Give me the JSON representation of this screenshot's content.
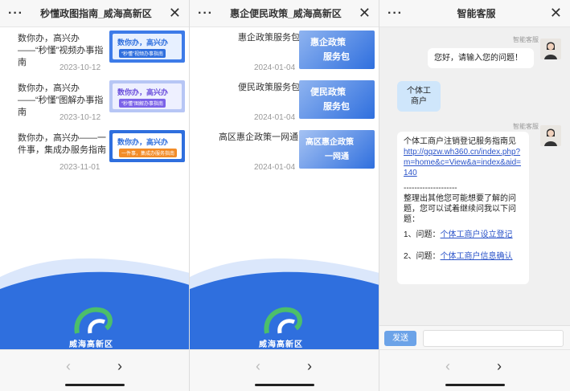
{
  "panel1": {
    "title": "秒懂政图指南_威海高新区",
    "items": [
      {
        "text": "数你办，高兴办——“秒懂”视频办事指南",
        "date": "2023-10-12",
        "thumb_line1": "数你办，高兴办",
        "thumb_line2": "“秒懂”视频办事指南"
      },
      {
        "text": "数你办，高兴办——“秒懂”图解办事指南",
        "date": "2023-10-12",
        "thumb_line1": "数你办，高兴办",
        "thumb_line2": "“秒懂”图解办事指南"
      },
      {
        "text": "数你办，高兴办——一件事，集成办服务指南",
        "date": "2023-11-01",
        "thumb_line1": "数你办，高兴办",
        "thumb_line2": "一件事，集成办服务指南"
      }
    ],
    "logo_text": "威海高新区"
  },
  "panel2": {
    "title": "惠企便民政策_威海高新区",
    "items": [
      {
        "text": "惠企政策服务包",
        "date": "2024-01-04",
        "thumb_line1": "惠企政策",
        "thumb_line2": "服务包"
      },
      {
        "text": "便民政策服务包",
        "date": "2024-01-04",
        "thumb_line1": "便民政策",
        "thumb_line2": "服务包"
      },
      {
        "text": "高区惠企政策一网通",
        "date": "2024-01-04",
        "thumb_line1": "高区惠企政策",
        "thumb_line2": "一网通"
      }
    ],
    "logo_text": "威海高新区"
  },
  "panel3": {
    "title": "智能客服",
    "bot_name": "智能客服",
    "greeting": "您好，请输入您的问题！",
    "user_query": "个体工商户",
    "answer_intro": "个体工商户注销登记服务指南见",
    "answer_link": "http://gqzw.wh360.cn/index.php?m=home&c=View&a=index&aid=140",
    "answer_divider": "--------------------",
    "answer_more": "整理出其他您可能想要了解的问题，您可以试着继续问我以下问题：",
    "q1_prefix": "1、问题：",
    "q1_link": "个体工商户设立登记",
    "q2_prefix": "2、问题：",
    "q2_link": "个体工商户信息确认",
    "send_label": "发送",
    "input_placeholder": ""
  },
  "common": {
    "dots": "···",
    "close": "✕",
    "prev": "‹",
    "next": "›"
  },
  "colors": {
    "accent_blue": "#2f6fde",
    "thumb_blue": "#3d7be8",
    "chat_bg": "#f0f0f0",
    "user_bubble": "#cfe6fb",
    "send_button": "#6ca3e8"
  }
}
